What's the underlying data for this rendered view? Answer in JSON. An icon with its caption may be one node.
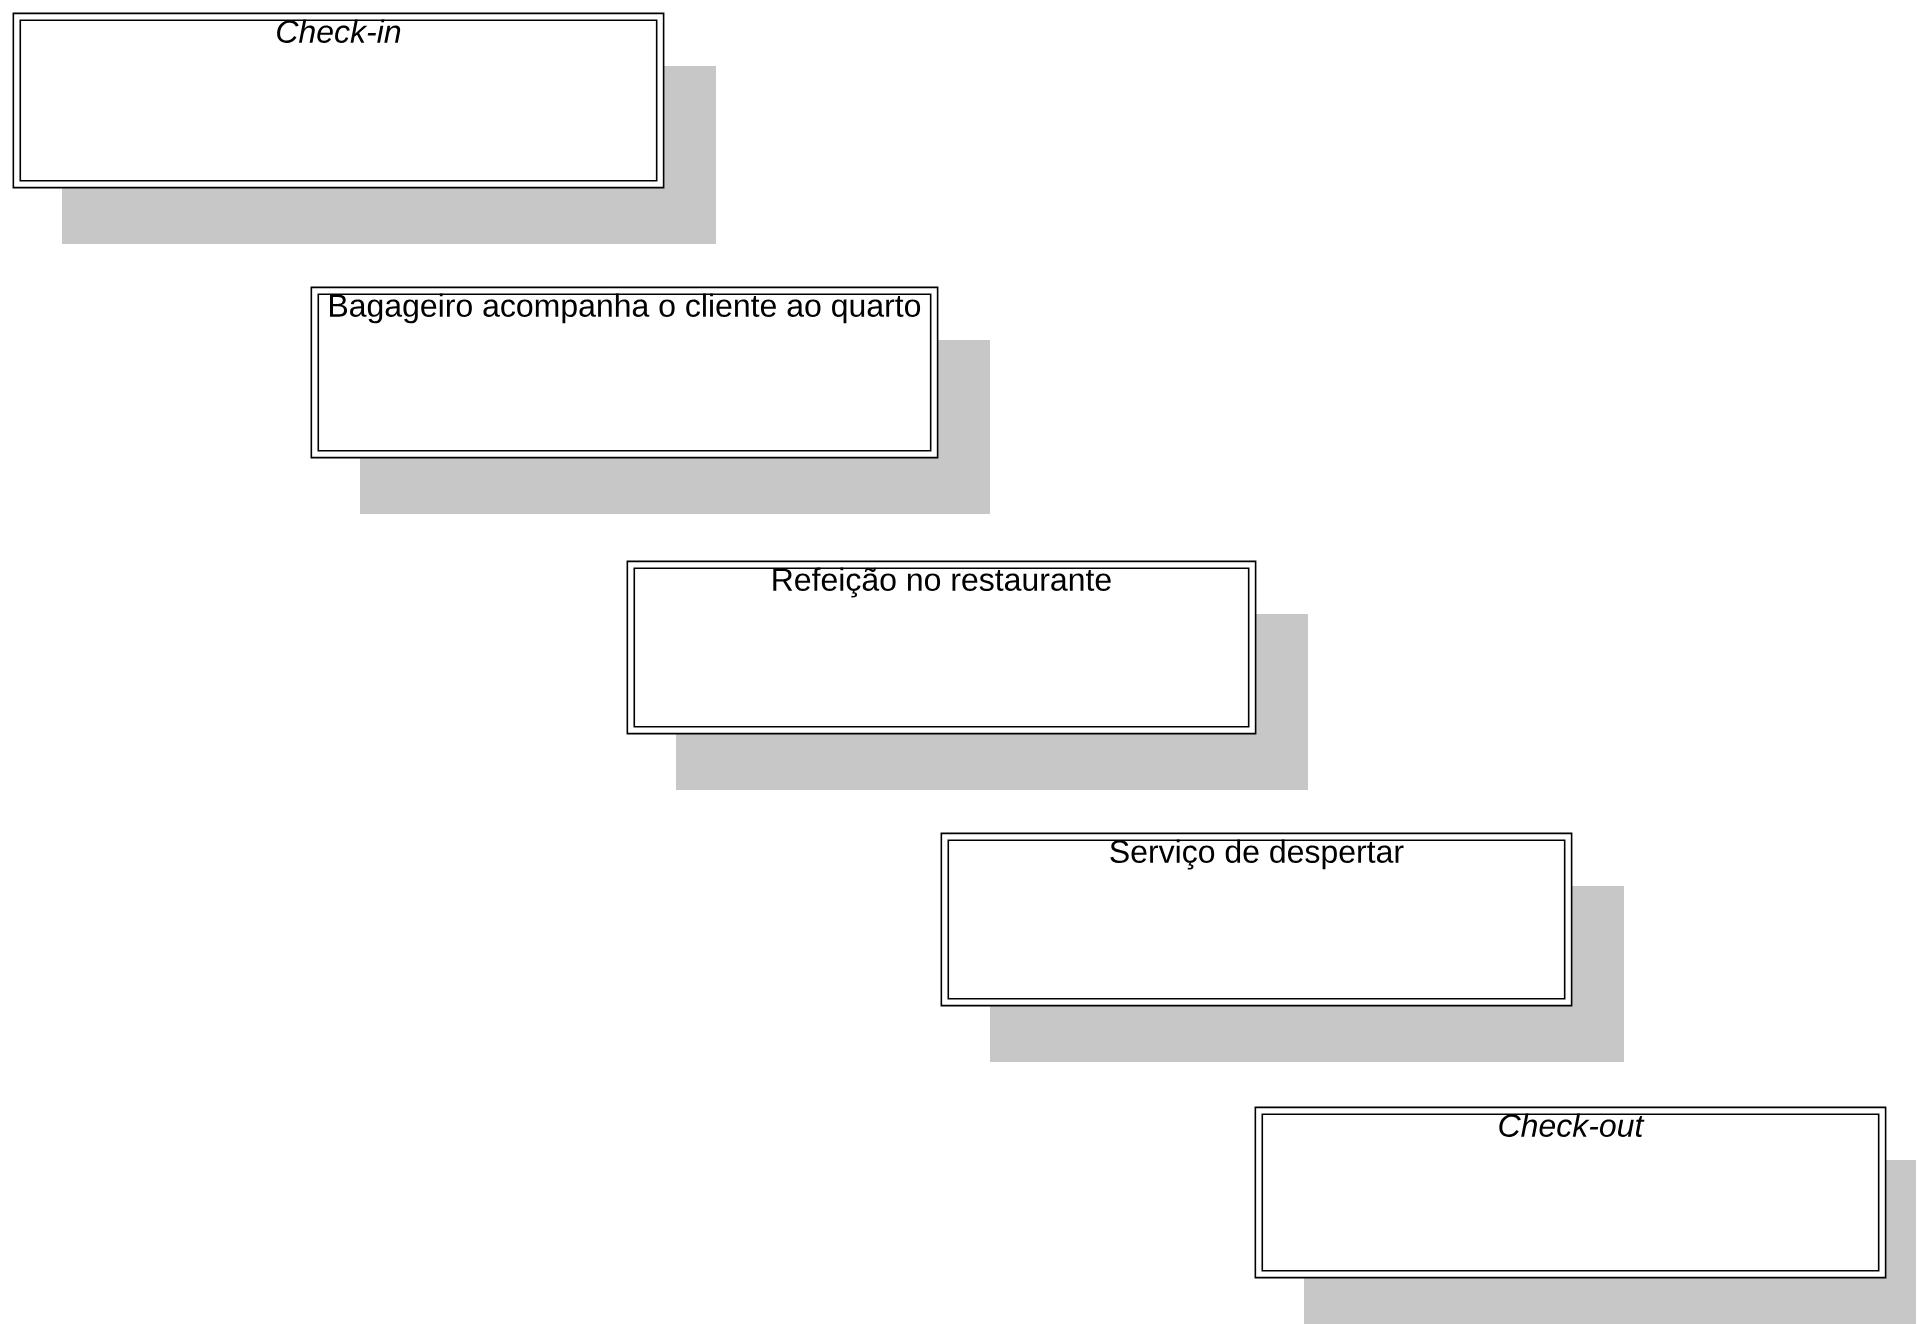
{
  "diagram": {
    "nodes": [
      {
        "text": [
          "Check-in"
        ]
      },
      {
        "text": [
          "Bagageiro acompanha o cliente ao quarto"
        ]
      },
      {
        "text": [
          "Refeição no restaurante"
        ]
      },
      {
        "text": [
          "Serviço de despertar"
        ]
      },
      {
        "text": [
          "Check-out"
        ]
      }
    ]
  }
}
